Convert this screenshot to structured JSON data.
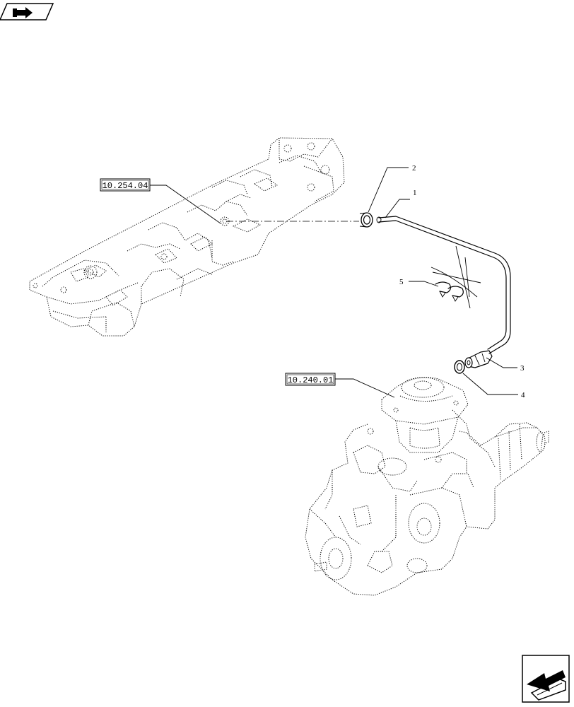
{
  "references": [
    {
      "id": "ref-10-254-04",
      "label": "10.254.04"
    },
    {
      "id": "ref-10-240-01",
      "label": "10.240.01"
    }
  ],
  "callouts": [
    {
      "id": "1",
      "label": "1"
    },
    {
      "id": "2",
      "label": "2"
    },
    {
      "id": "3",
      "label": "3"
    },
    {
      "id": "4",
      "label": "4"
    },
    {
      "id": "5",
      "label": "5"
    }
  ],
  "icons": {
    "top_left": "pump-arrow-icon",
    "bottom_right": "next-page-arrow-icon"
  }
}
